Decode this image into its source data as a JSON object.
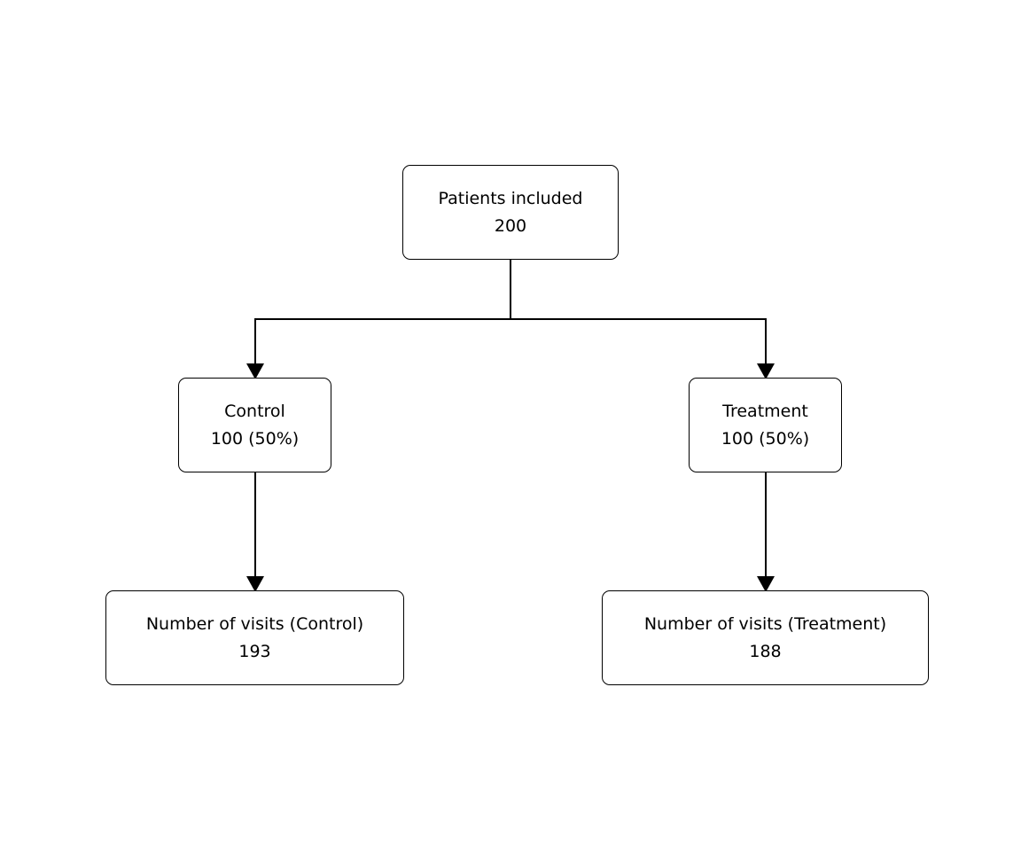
{
  "nodes": {
    "root": {
      "title": "Patients included",
      "value": "200"
    },
    "control": {
      "title": "Control",
      "value": "100 (50%)"
    },
    "treatment": {
      "title": "Treatment",
      "value": "100 (50%)"
    },
    "visits_control": {
      "title": "Number of visits (Control)",
      "value": "193"
    },
    "visits_treatment": {
      "title": "Number of visits (Treatment)",
      "value": "188"
    }
  },
  "edges": [
    {
      "from": "root",
      "to": "control"
    },
    {
      "from": "root",
      "to": "treatment"
    },
    {
      "from": "control",
      "to": "visits_control"
    },
    {
      "from": "treatment",
      "to": "visits_treatment"
    }
  ],
  "colors": {
    "stroke": "#000000",
    "fill": "#ffffff"
  }
}
